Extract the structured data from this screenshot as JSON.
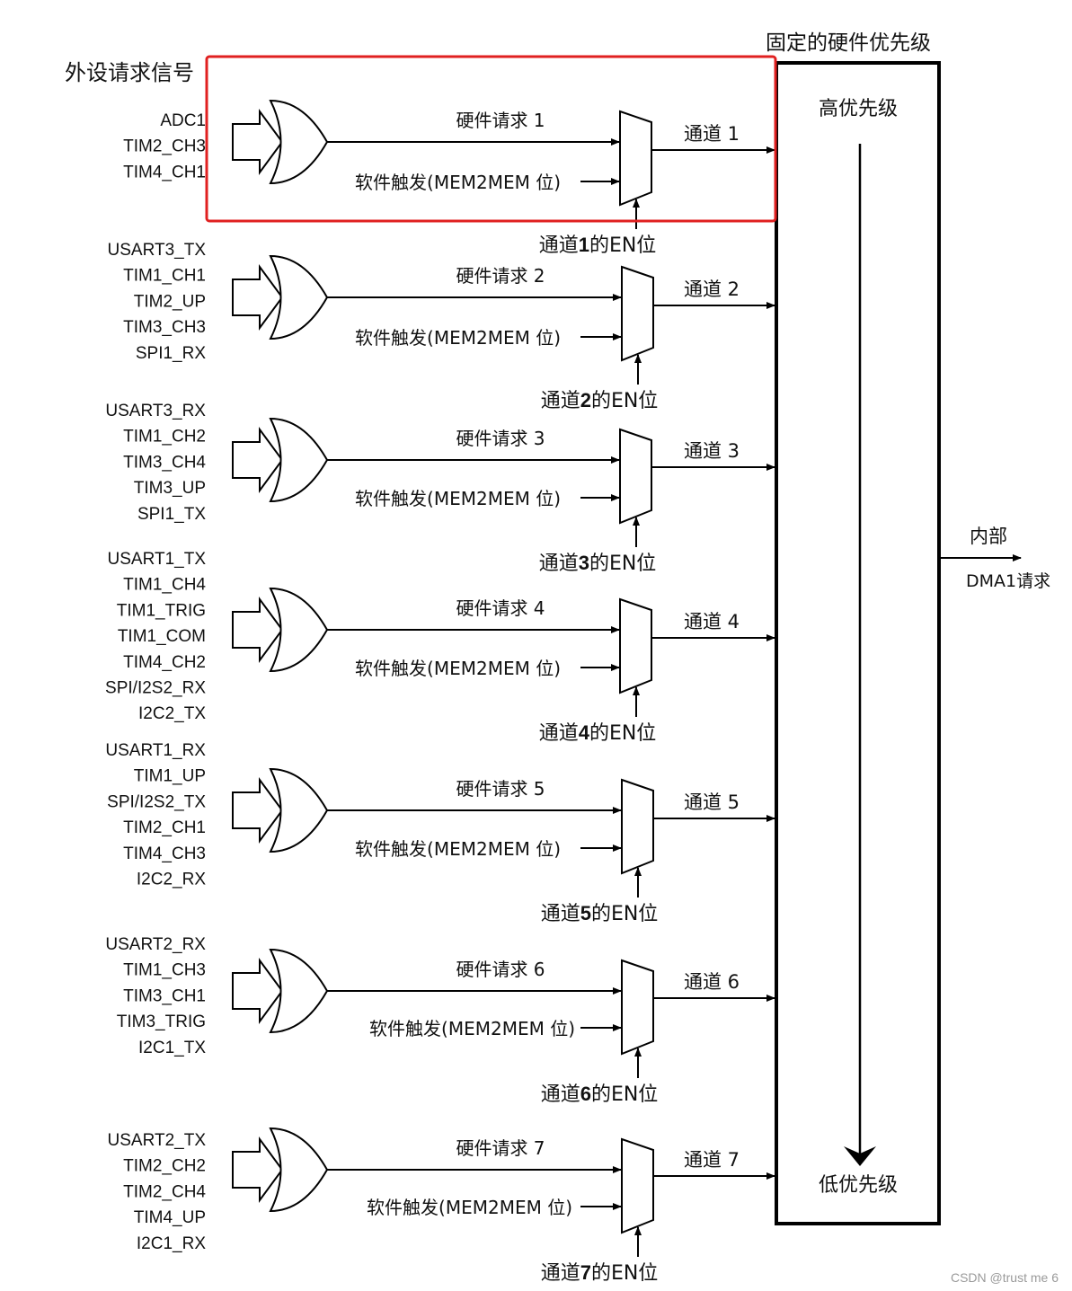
{
  "diagram": {
    "title_left": "外设请求信号",
    "title_right": "固定的硬件优先级",
    "priority_high": "高优先级",
    "priority_low": "低优先级",
    "output_label_1": "内部",
    "output_label_2": "DMA1请求",
    "watermark": "CSDN @trust me 6",
    "highlight_color": "#e02020",
    "line_color": "#000000",
    "channels": [
      {
        "signals": [
          "ADC1",
          "TIM2_CH3",
          "TIM4_CH1"
        ],
        "hw_request": "硬件请求 1",
        "sw_trigger": "软件触发(MEM2MEM 位)",
        "channel_label": "通道 1",
        "en_prefix": "通道",
        "en_number": "1",
        "en_suffix": "的EN位"
      },
      {
        "signals": [
          "USART3_TX",
          "TIM1_CH1",
          "TIM2_UP",
          "TIM3_CH3",
          "SPI1_RX"
        ],
        "hw_request": "硬件请求 2",
        "sw_trigger": "软件触发(MEM2MEM 位)",
        "channel_label": "通道 2",
        "en_prefix": "通道",
        "en_number": "2",
        "en_suffix": "的EN位"
      },
      {
        "signals": [
          "USART3_RX",
          "TIM1_CH2",
          "TIM3_CH4",
          "TIM3_UP",
          "SPI1_TX"
        ],
        "hw_request": "硬件请求 3",
        "sw_trigger": "软件触发(MEM2MEM 位)",
        "channel_label": "通道 3",
        "en_prefix": "通道",
        "en_number": "3",
        "en_suffix": "的EN位"
      },
      {
        "signals": [
          "USART1_TX",
          "TIM1_CH4",
          "TIM1_TRIG",
          "TIM1_COM",
          "TIM4_CH2",
          "SPI/I2S2_RX",
          "I2C2_TX"
        ],
        "hw_request": "硬件请求 4",
        "sw_trigger": "软件触发(MEM2MEM 位)",
        "channel_label": "通道 4",
        "en_prefix": "通道",
        "en_number": "4",
        "en_suffix": "的EN位"
      },
      {
        "signals": [
          "USART1_RX",
          "TIM1_UP",
          "SPI/I2S2_TX",
          "TIM2_CH1",
          "TIM4_CH3",
          "I2C2_RX"
        ],
        "hw_request": "硬件请求 5",
        "sw_trigger": "软件触发(MEM2MEM 位)",
        "channel_label": "通道 5",
        "en_prefix": "通道",
        "en_number": "5",
        "en_suffix": "的EN位"
      },
      {
        "signals": [
          "USART2_RX",
          "TIM1_CH3",
          "TIM3_CH1",
          "TIM3_TRIG",
          "I2C1_TX"
        ],
        "hw_request": "硬件请求 6",
        "sw_trigger": "软件触发(MEM2MEM 位)",
        "channel_label": "通道 6",
        "en_prefix": "通道",
        "en_number": "6",
        "en_suffix": "的EN位"
      },
      {
        "signals": [
          "USART2_TX",
          "TIM2_CH2",
          "TIM2_CH4",
          "TIM4_UP",
          "I2C1_RX"
        ],
        "hw_request": "硬件请求 7",
        "sw_trigger": "软件触发(MEM2MEM 位)",
        "channel_label": "通道 7",
        "en_prefix": "通道",
        "en_number": "7",
        "en_suffix": "的EN位"
      }
    ]
  }
}
